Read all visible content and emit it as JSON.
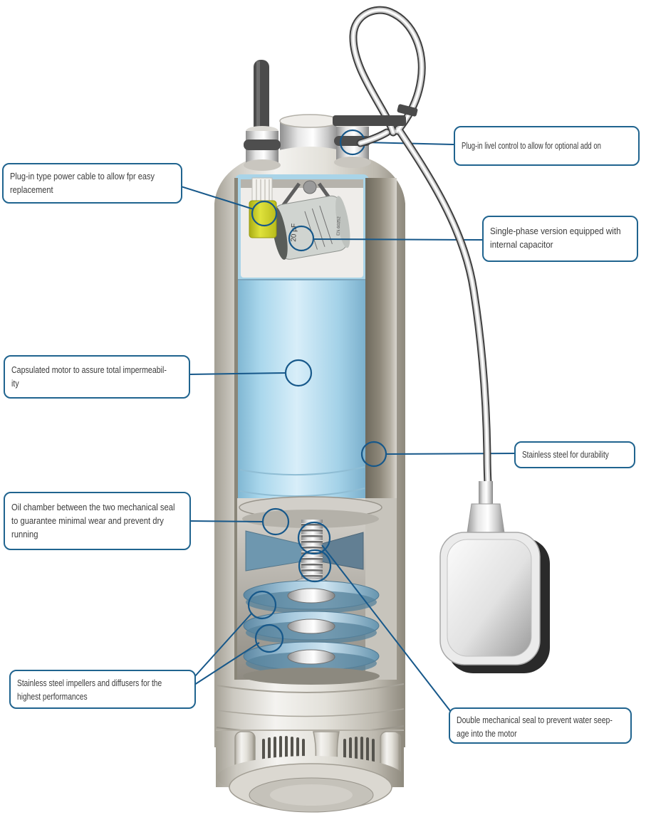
{
  "diagram": {
    "subject": "Submersible pump cutaway with annotated features",
    "accent_color": "#20648f",
    "leader_color": "#17588a",
    "background": "#ffffff"
  },
  "callouts": {
    "power_cable": {
      "text": "Plug-in type power cable to allow fpr easy\nreplacement"
    },
    "level_control": {
      "text": "Plug-in livel control to allow for optional add on"
    },
    "capacitor": {
      "text": "Single-phase version equipped with\ninternal capacitor"
    },
    "motor": {
      "text": "Capsulated motor to assure total impermeabil-\nity"
    },
    "stainless": {
      "text": "Stainless steel for durability"
    },
    "oil_chamber": {
      "text": "Oil chamber between the two mechanical seal\nto guarantee minimal wear and prevent dry\nrunning"
    },
    "impellers": {
      "text": "Stainless steel impellers and diffusers for the\nhighest performances"
    },
    "mech_seal": {
      "text": "Double mechanical seal to prevent water seep-\nage into the motor"
    }
  },
  "component_markings": {
    "capacitor_value": "20 µF",
    "capacitor_standard": "EN 60252"
  }
}
